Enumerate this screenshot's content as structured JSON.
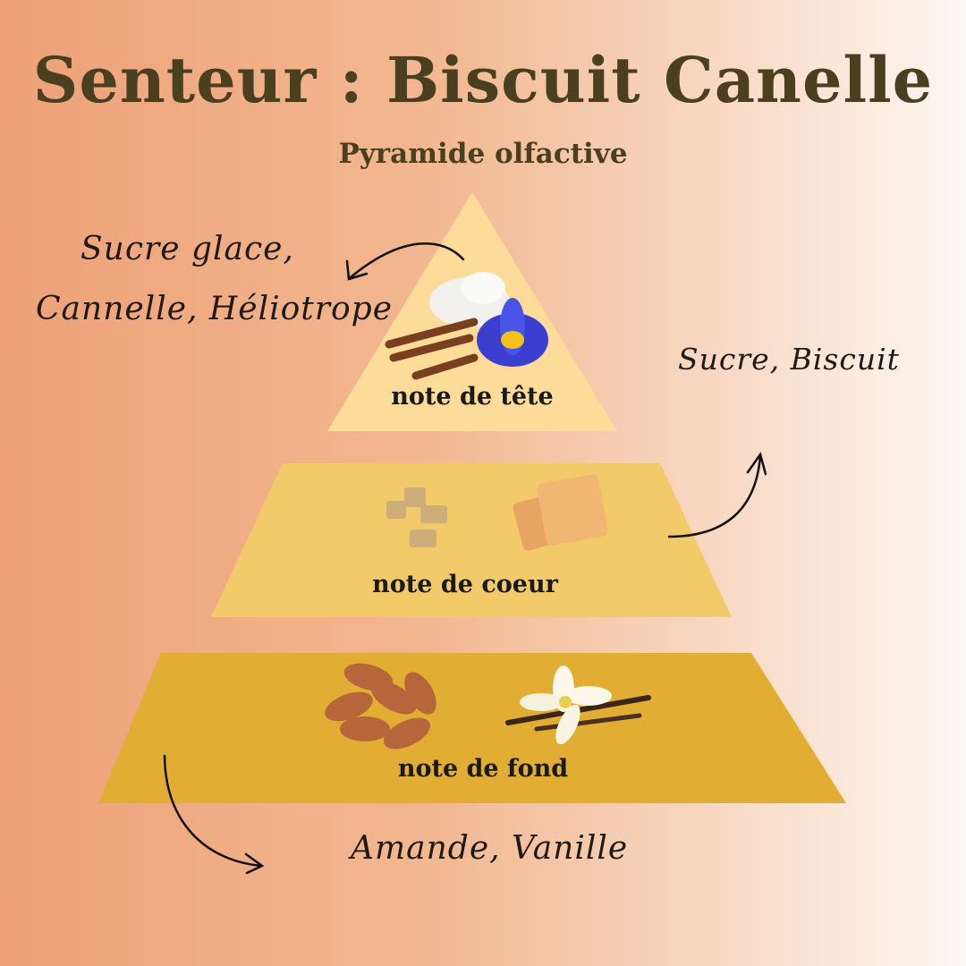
{
  "title": "Senteur : Biscuit Canelle",
  "subtitle": "Pyramide olfactive",
  "tiers": [
    {
      "label": "note de tête",
      "ingredients_line1": "Sucre glace,",
      "ingredients_line2": "Cannelle, Héliotrope",
      "color": "#FCDC98"
    },
    {
      "label": "note de coeur",
      "ingredients": "Sucre, Biscuit",
      "color": "#F3CA6A"
    },
    {
      "label": "note de fond",
      "ingredients": "Amande, Vanille",
      "color": "#E1AD32"
    }
  ],
  "colors": {
    "title": "#4A3F1E"
  }
}
